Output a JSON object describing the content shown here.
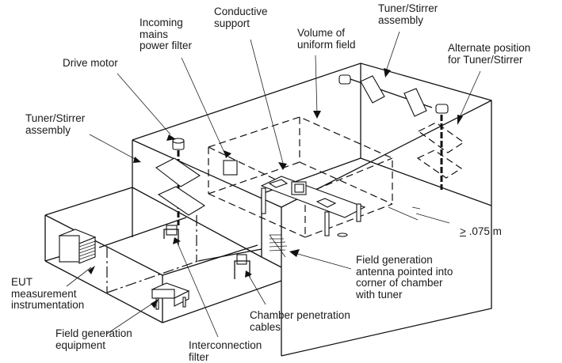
{
  "figure": {
    "title": "Reverberation chamber test setup",
    "labels": {
      "conductive_support": "Conductive\nsupport",
      "incoming_mains_power_filter": "Incoming\nmains\npower filter",
      "drive_motor": "Drive motor",
      "tuner_stirrer_assembly_left": "Tuner/Stirrer\nassembly",
      "tuner_stirrer_assembly_top": "Tuner/Stirrer\nassembly",
      "volume_of_uniform_field": "Volume of\nuniform field",
      "alternate_position": "Alternate position\nfor Tuner/Stirrer",
      "eut_measurement_instrumentation": "EUT\nmeasurement\ninstrumentation",
      "field_generation_equipment": "Field generation\nequipment",
      "interconnection_filter": "Interconnection\nfilter",
      "chamber_penetration_cables": "Chamber penetration\ncables",
      "field_generation_antenna": "Field generation\nantenna pointed into\ncorner of chamber\nwith tuner",
      "distance_symbol": ">",
      "distance_value": " .075 m"
    }
  }
}
